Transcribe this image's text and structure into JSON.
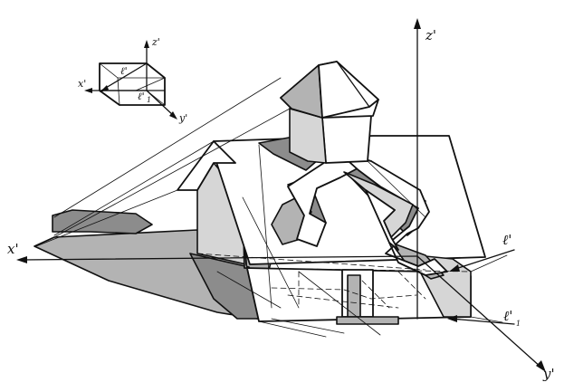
{
  "labels": {
    "axis_z": "z'",
    "axis_x": "x'",
    "axis_y": "y'",
    "light_l": "ℓ'",
    "light_l1": "ℓ'",
    "light_l1_sub": "1"
  },
  "inset": {
    "axis_z": "z'",
    "axis_x": "x'",
    "axis_y": "y'",
    "light_l": "ℓ'",
    "light_l1": "ℓ'",
    "light_l1_sub": "1"
  },
  "colors": {
    "line": "#111111",
    "shadow_dark": "#8c8c8c",
    "shadow_mid": "#b3b3b3",
    "shadow_light": "#d6d6d6"
  }
}
